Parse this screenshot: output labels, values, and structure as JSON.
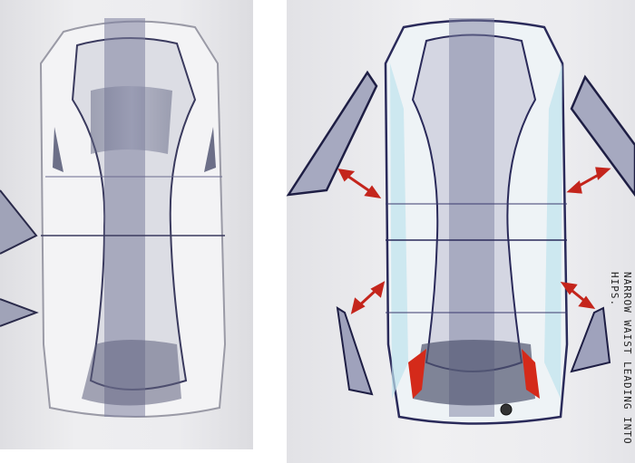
{
  "image": {
    "description": "Marker rendering of a sports car seen from above, two views side by side",
    "panels": [
      {
        "id": "left",
        "label": "Top view, doors closed"
      },
      {
        "id": "right",
        "label": "Top view, butterfly doors open with red motion arrows"
      }
    ],
    "annotation": {
      "line1": "NARROW WAIST LEADING INTO",
      "line2": "HIPS."
    },
    "colors": {
      "paper": "#ececef",
      "body_shade": "#8a8ca6",
      "glass": "#6f7390",
      "linework": "#2a2a5a",
      "highlight_cyan": "#bfe3ee",
      "arrow_red": "#c4251c",
      "tail_red": "#d42a1a"
    }
  }
}
